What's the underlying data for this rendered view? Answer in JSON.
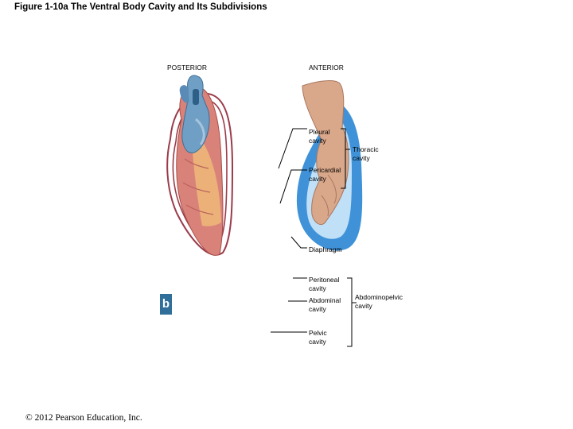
{
  "title": "Figure 1-10a The Ventral Body Cavity and Its Subdivisions",
  "orientation": {
    "posterior": "POSTERIOR",
    "anterior": "ANTERIOR"
  },
  "labels": {
    "pleural": [
      "Pleural",
      "cavity"
    ],
    "thoracic": [
      "Thoracic",
      "cavity"
    ],
    "pericardial": [
      "Pericardial",
      "cavity"
    ],
    "diaphragm": "Diaphragm",
    "peritoneal": [
      "Peritoneal",
      "cavity"
    ],
    "abdominal": [
      "Abdominal",
      "cavity"
    ],
    "abdominopelvic": [
      "Abdominopelvic",
      "cavity"
    ],
    "pelvic": [
      "Pelvic",
      "cavity"
    ]
  },
  "badge": "b",
  "copyright": "© 2012 Pearson Education, Inc.",
  "colors": {
    "heart_muscle": "#d9827a",
    "heart_vessels": "#6f9fc4",
    "pericardium_lines": "#9b3b4a",
    "cavity_blue": "#3f92d8",
    "cavity_light": "#bfe0f7",
    "fist_skin": "#d9a78a",
    "badge": "#2f6f9a"
  }
}
